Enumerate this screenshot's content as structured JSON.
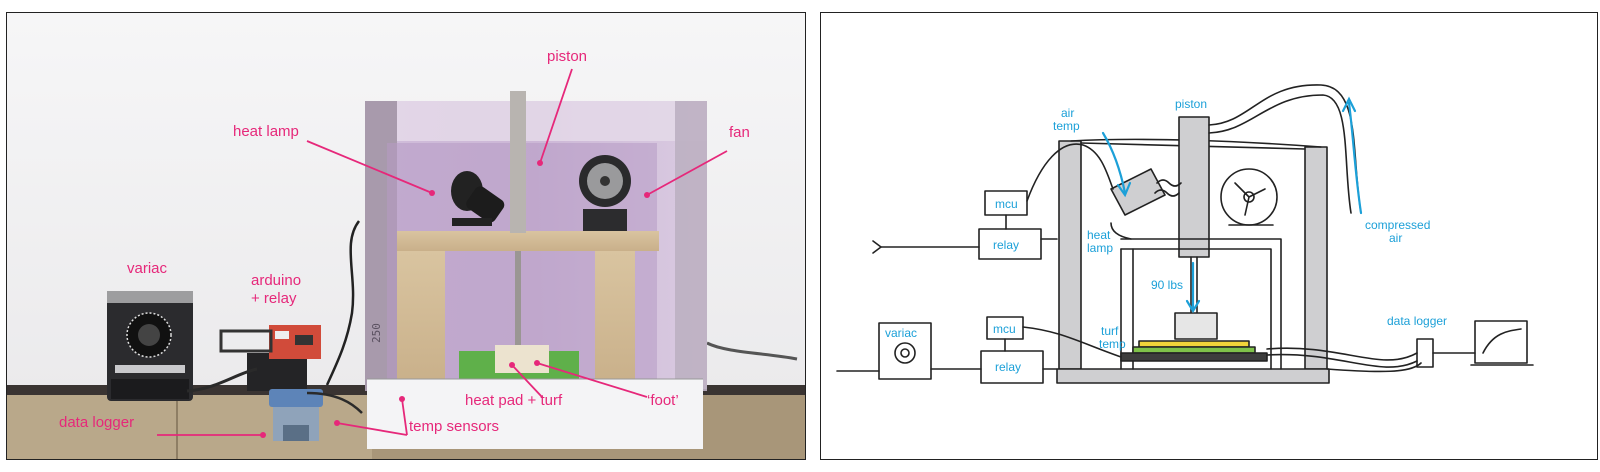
{
  "colors": {
    "photo_label": "#e6287a",
    "sketch_label": "#1ca0d8",
    "ink": "#222222"
  },
  "photo": {
    "labels": {
      "piston": "piston",
      "heat_lamp": "heat lamp",
      "fan": "fan",
      "variac": "variac",
      "arduino": "arduino",
      "relay": "+ relay",
      "data_logger": "data logger",
      "heat_pad_turf": "heat pad + turf",
      "foot": "‘foot’",
      "temp_sensors": "temp sensors"
    },
    "chamber_marking": "250"
  },
  "sketch": {
    "labels": {
      "air": "air",
      "temp": "temp",
      "piston": "piston",
      "compressed": "compressed",
      "air2": "air",
      "mcu_top": "mcu",
      "relay_top": "relay",
      "heat": "heat",
      "lamp": "lamp",
      "force": "90 lbs",
      "variac": "variac",
      "mcu_bottom": "mcu",
      "relay_bottom": "relay",
      "turf": "turf",
      "temp2": "temp",
      "data_logger": "data logger"
    }
  }
}
